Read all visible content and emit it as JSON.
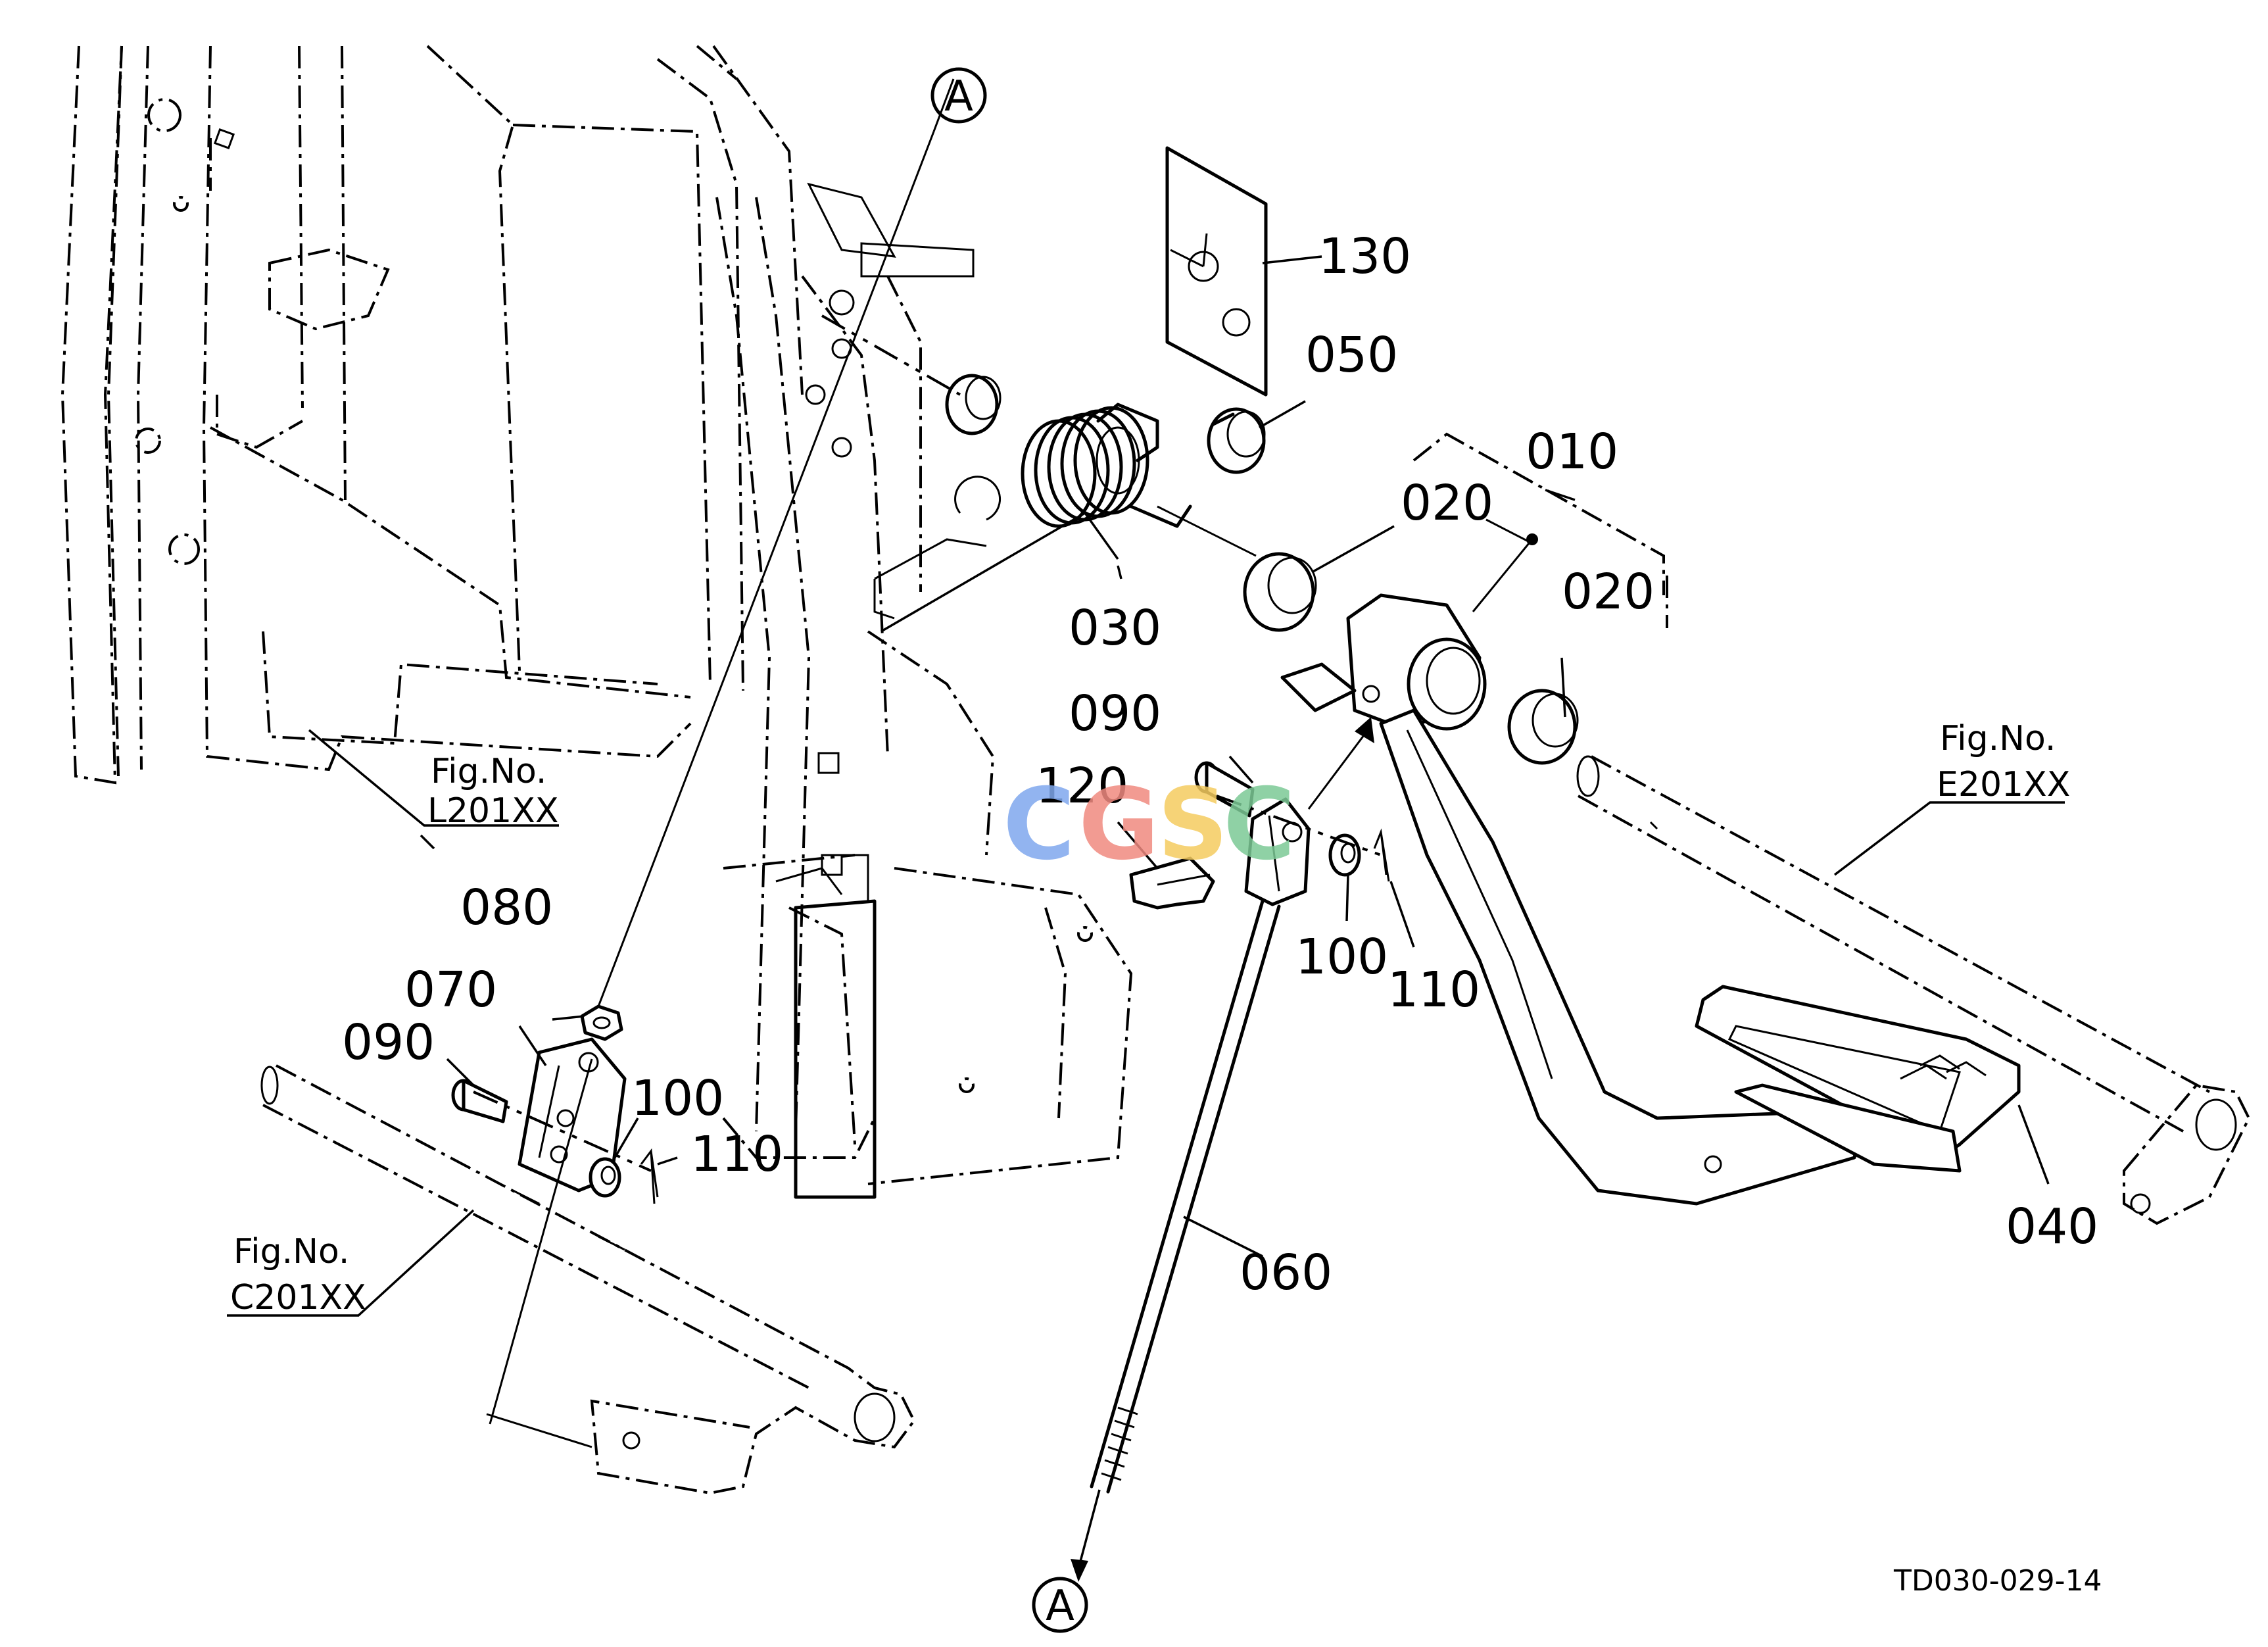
{
  "parts": [
    {
      "id": "p010",
      "label": "010"
    },
    {
      "id": "p020a",
      "label": "020"
    },
    {
      "id": "p020b",
      "label": "020"
    },
    {
      "id": "p030",
      "label": "030"
    },
    {
      "id": "p040",
      "label": "040"
    },
    {
      "id": "p050",
      "label": "050"
    },
    {
      "id": "p060",
      "label": "060"
    },
    {
      "id": "p070",
      "label": "070"
    },
    {
      "id": "p080",
      "label": "080"
    },
    {
      "id": "p090a",
      "label": "090"
    },
    {
      "id": "p090b",
      "label": "090"
    },
    {
      "id": "p100a",
      "label": "100"
    },
    {
      "id": "p100b",
      "label": "100"
    },
    {
      "id": "p110a",
      "label": "110"
    },
    {
      "id": "p110b",
      "label": "110"
    },
    {
      "id": "p120",
      "label": "120"
    },
    {
      "id": "p130",
      "label": "130"
    }
  ],
  "references": {
    "top": "A",
    "bottom": "A"
  },
  "figure_refs": [
    {
      "prefix": "Fig.No.",
      "code": "L201XX"
    },
    {
      "prefix": "Fig.No.",
      "code": "C201XX"
    },
    {
      "prefix": "Fig.No.",
      "code": "E201XX"
    }
  ],
  "drawing_code": "TD030-029-14",
  "watermark": {
    "letters": [
      "C",
      "G",
      "S",
      "C"
    ],
    "colors": [
      "#7fa8ee",
      "#f08a80",
      "#f5cc60",
      "#7cc996"
    ]
  }
}
